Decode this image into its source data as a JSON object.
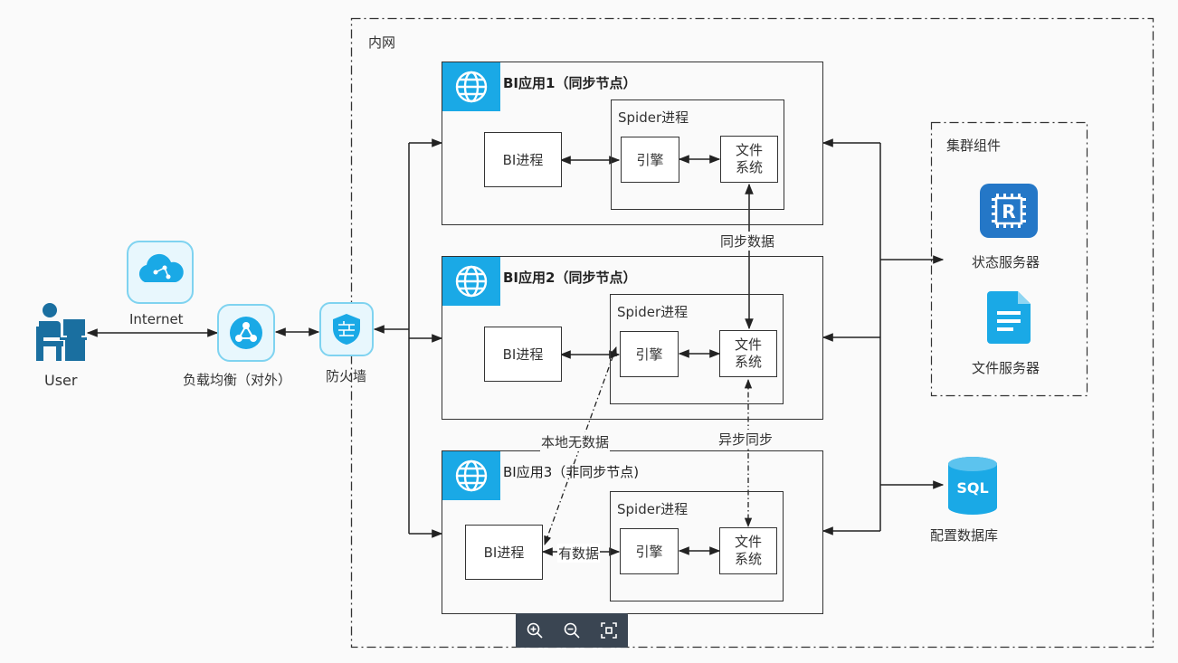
{
  "intranet": {
    "label": "内网"
  },
  "user": {
    "label": "User"
  },
  "internet": {
    "label": "Internet"
  },
  "load_balancer": {
    "label": "负载均衡（对外）"
  },
  "firewall": {
    "label": "防火墙"
  },
  "apps": [
    {
      "title": "BI应用1（同步节点）",
      "bi_process": "BI进程",
      "spider": "Spider进程",
      "engine": "引擎",
      "filesystem_line1": "文件",
      "filesystem_line2": "系统"
    },
    {
      "title": "BI应用2（同步节点）",
      "bi_process": "BI进程",
      "spider": "Spider进程",
      "engine": "引擎",
      "filesystem_line1": "文件",
      "filesystem_line2": "系统"
    },
    {
      "title": "BI应用3（非同步节点)",
      "bi_process": "BI进程",
      "spider": "Spider进程",
      "engine": "引擎",
      "filesystem_line1": "文件",
      "filesystem_line2": "系统"
    }
  ],
  "edge_labels": {
    "sync_data": "同步数据",
    "async_sync": "异步同步",
    "no_local_data": "本地无数据",
    "has_data": "有数据"
  },
  "cluster": {
    "label": "集群组件",
    "state_server": "状态服务器",
    "file_server": "文件服务器"
  },
  "config_db": {
    "label": "配置数据库",
    "icon_text": "SQL"
  },
  "toolbar": {
    "zoom_in": "zoom-in-icon",
    "zoom_out": "zoom-out-icon",
    "fit": "fit-screen-icon"
  },
  "colors": {
    "accent": "#1aa9e6",
    "user_icon": "#1a6fa0",
    "line": "#333333"
  }
}
